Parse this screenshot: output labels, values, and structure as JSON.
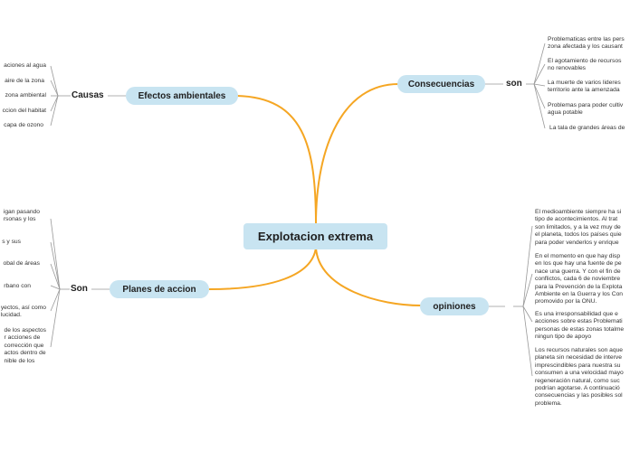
{
  "central": "Explotacion extrema",
  "colors": {
    "branch": "#f5a623",
    "node_fill": "#c8e4f1",
    "leaf_line": "#999999"
  },
  "branches": {
    "efectos": {
      "label": "Efectos ambientales",
      "connector": "Causas",
      "leaves": [
        "aciones al agua",
        "aire de la zona",
        "zona ambiental",
        "ccion del habitat",
        "capa de ozono"
      ]
    },
    "consecuencias": {
      "label": "Consecuencias",
      "connector": "son",
      "leaves": [
        "Problematicas entre las pers\nzona afectada y los causant",
        "El agotamiento de recursos\nno renovables",
        "La muerte de varios lideres\nterritorio ante la amenzada",
        "Problemas para poder cultiv\nagua potable",
        "La tala de grandes áreas de"
      ]
    },
    "planes": {
      "label": "Planes de accion",
      "connector": "Son",
      "leaves": [
        "igan pasando\nrsonas y los",
        "s y sus",
        "obal de áreas",
        "rbano con",
        "yectos, así como\nlucidad.",
        "de los aspectos\nr acciones de\ncorrección que\nactos dentro de\nnible de los"
      ]
    },
    "opiniones": {
      "label": "opiniones",
      "connector": "",
      "leaves": [
        "El medioambiente siempre ha si\ntipo de acontecimientos. Al trat\nson limitados, y a la vez muy de\nel planeta, todos los países quie\npara poder venderlos y enrique",
        "En el momento en que hay disp\nen los que hay una fuente de pe\nnace una guerra. Y con el fin de\nconflictos, cada 6 de noviembre\npara la Prevención de la Explota\nAmbiente en la Guerra y los Con\npromovido por la ONU.",
        "Es una irresponsabilidad que e\nacciones sobre estas Problemati\npersonas de estas zonas totalme\nningun tipo de apoyo",
        "Los recursos naturales son aque\nplaneta sin necesidad de interve\nimprescindibles para nuestra su\nconsumen a una velocidad mayo\nregeneración natural, como suc\npodrían agotarse. A continuació\nconsecuencias y las posibles sol\nproblema."
      ]
    }
  }
}
